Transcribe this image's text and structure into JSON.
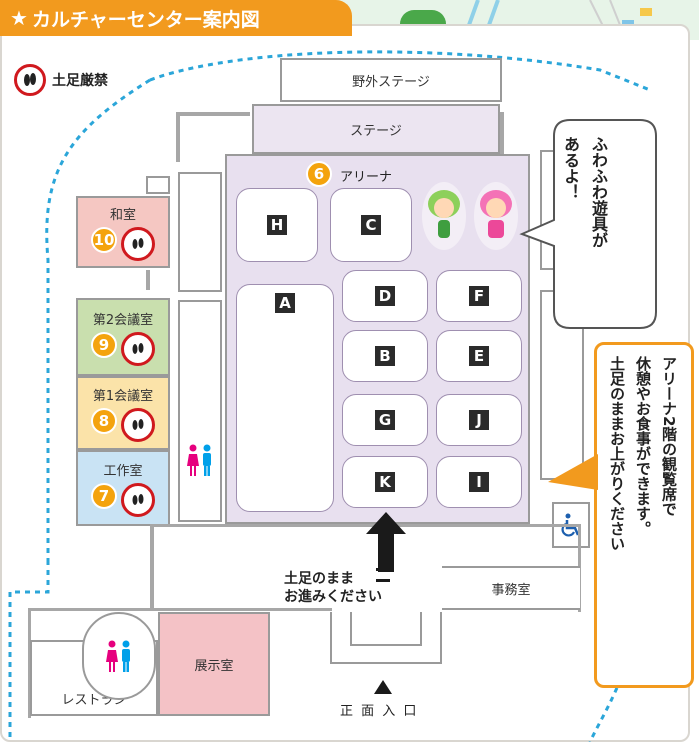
{
  "header": {
    "title": "カルチャーセンター案内図",
    "star": "★"
  },
  "legend": {
    "icon": "no-shoes-icon",
    "label": "土足厳禁"
  },
  "areas": {
    "outdoor_stage": "野外ステージ",
    "stage": "ステージ",
    "arena": "アリーナ",
    "arena_number": "6",
    "office": "事務室",
    "exhibition": "展示室",
    "restaurant": "レストラン",
    "entrance": "正 面 入 口"
  },
  "rooms": [
    {
      "name": "和室",
      "number": "10",
      "color": "#f5c7c2"
    },
    {
      "name": "第2会議室",
      "number": "9",
      "color": "#c9dfae"
    },
    {
      "name": "第1会議室",
      "number": "8",
      "color": "#fbe3a9"
    },
    {
      "name": "工作室",
      "number": "7",
      "color": "#c9e3f4"
    }
  ],
  "zones": [
    "H",
    "C",
    "A",
    "D",
    "F",
    "B",
    "E",
    "G",
    "J",
    "K",
    "I"
  ],
  "bubble": {
    "line1": "ふわふわ遊具が",
    "line2": "あるよ！"
  },
  "note": {
    "line1": "アリーナ2階の観覧席で",
    "line2": "休憩やお食事ができます。",
    "line3": "土足のままお上がりください"
  },
  "walk_note": {
    "line1": "土足のまま",
    "line2": "お進みください"
  },
  "colors": {
    "orange": "#f29a1e",
    "arena": "#e8e0ef",
    "stage": "#ece5f1",
    "exhibition": "#f4c2c6",
    "red": "#d0191e",
    "dotted": "#2ba6d9"
  }
}
